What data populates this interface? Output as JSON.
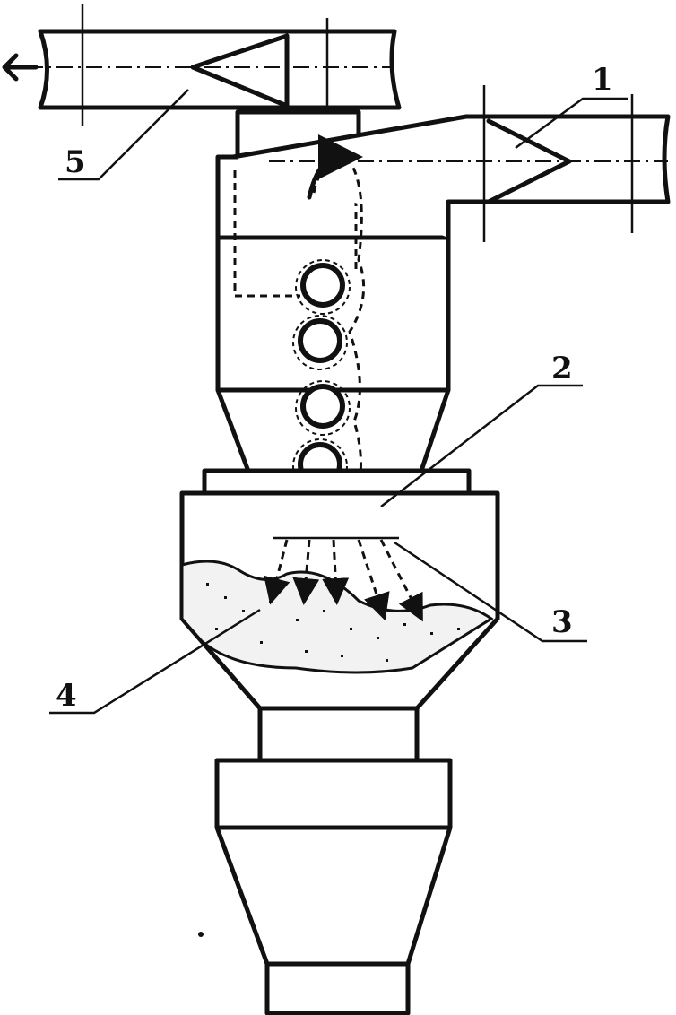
{
  "labels": {
    "l1": "1",
    "l2": "2",
    "l3": "3",
    "l4": "4",
    "l5": "5"
  }
}
